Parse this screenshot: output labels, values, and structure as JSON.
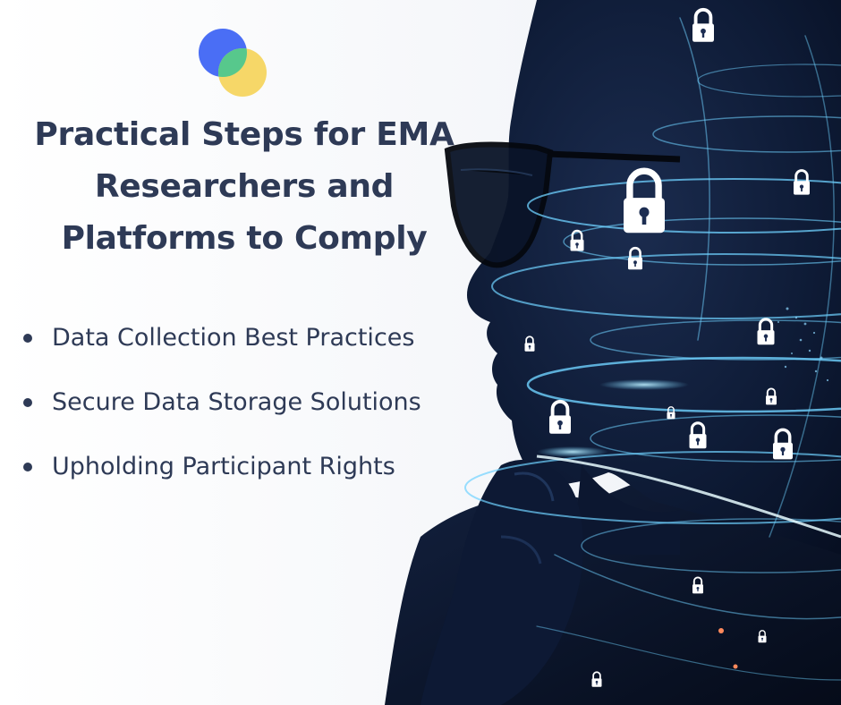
{
  "title": "Practical Steps for EMA\nResearchers and\nPlatforms to Comply",
  "bullets": [
    "Data Collection Best Practices",
    "Secure Data Storage Solutions",
    "Upholding Participant Rights"
  ],
  "colors": {
    "text": "#2e3a56",
    "logo_blue": "#4a6ef5",
    "logo_yellow": "#f6d768",
    "logo_green": "#57c88c",
    "hero_dark": "#0d1a33",
    "hero_glow": "#6fd2ff"
  },
  "icons": {
    "logo": "overlapping-circles-logo",
    "bullet": "bullet-dot",
    "hero": "person-with-padlock-icons-image"
  }
}
